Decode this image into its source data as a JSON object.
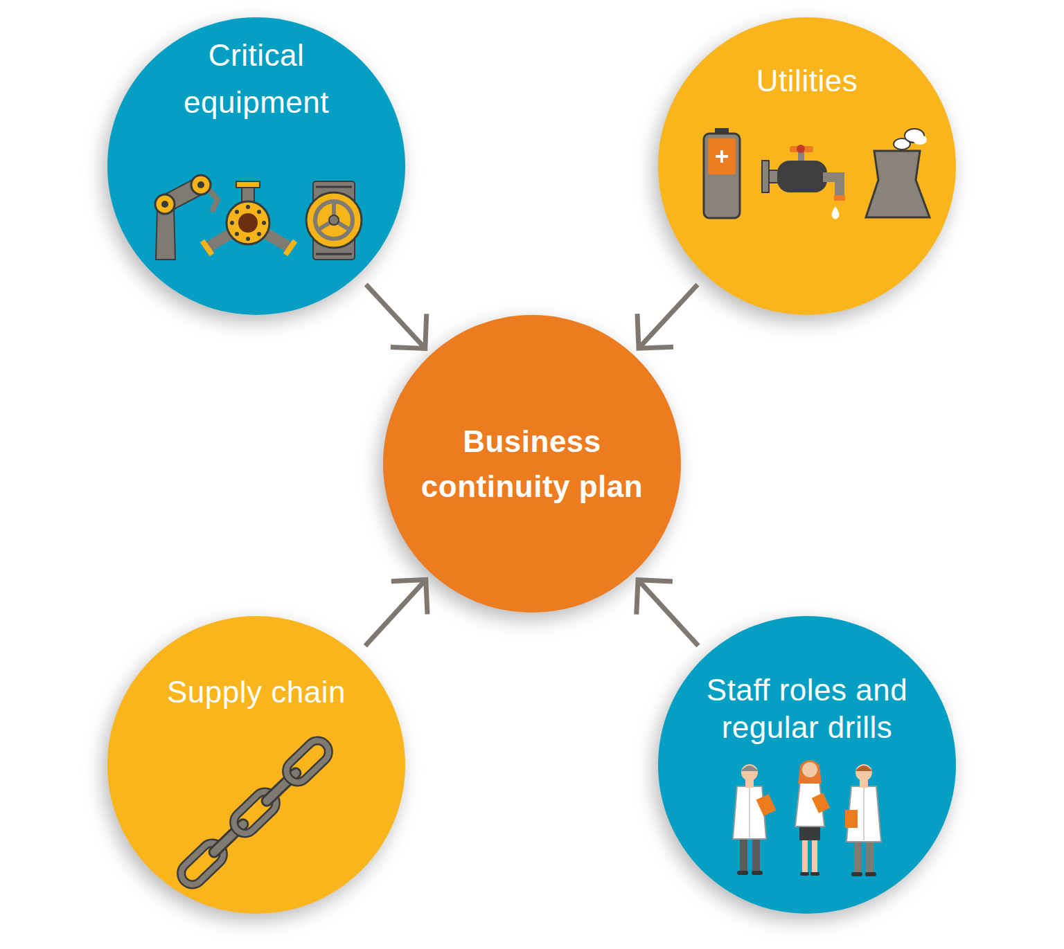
{
  "diagram": {
    "nodes": [
      {
        "text": [
          "Critical equipment"
        ]
      },
      {
        "text": [
          "Utilities"
        ]
      },
      {
        "text": [
          "Business continuity plan"
        ]
      },
      {
        "text": [
          "Supply chain"
        ]
      },
      {
        "text": [
          "Staff roles and regular drills"
        ]
      }
    ],
    "edges": [
      {
        "from": 0,
        "to": 2,
        "arrow": "to"
      },
      {
        "from": 1,
        "to": 2,
        "arrow": "to"
      },
      {
        "from": 3,
        "to": 2,
        "arrow": "to"
      },
      {
        "from": 4,
        "to": 2,
        "arrow": "to"
      }
    ]
  }
}
